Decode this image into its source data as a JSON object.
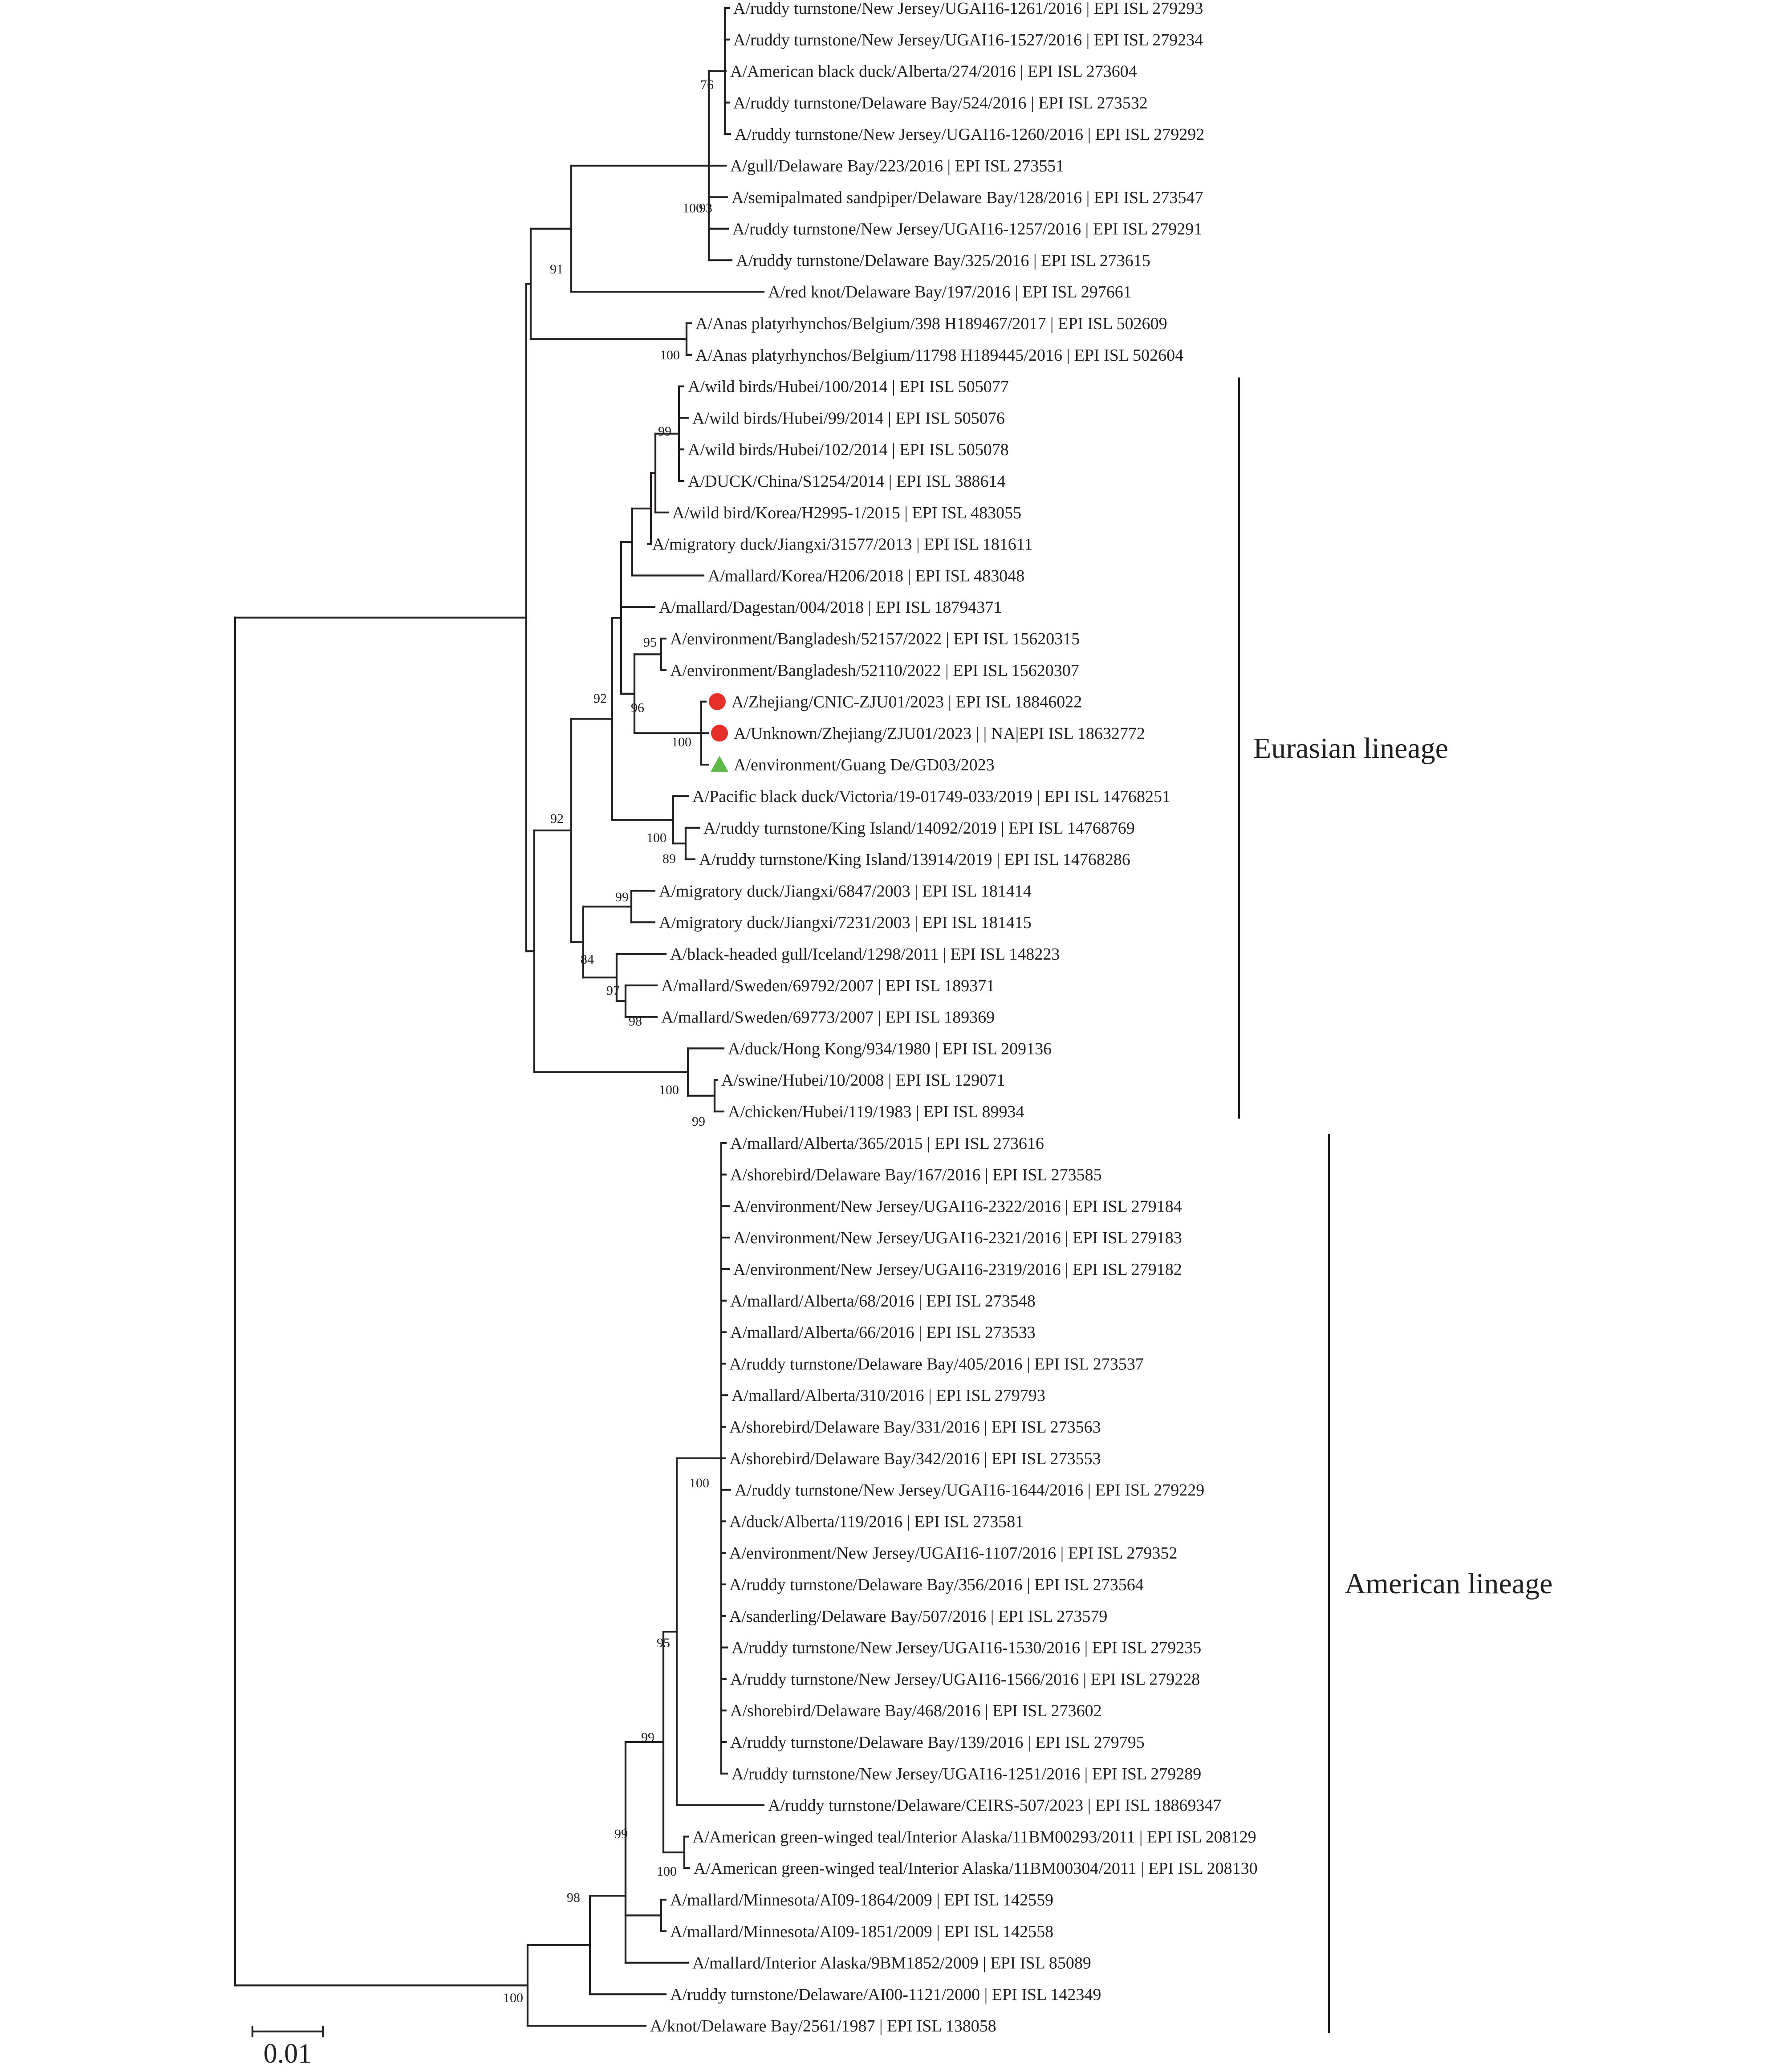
{
  "tree": {
    "taxa": [
      "A/ruddy turnstone/New Jersey/UGAI16-1261/2016 | EPI ISL 279293",
      "A/ruddy turnstone/New Jersey/UGAI16-1527/2016 | EPI ISL 279234",
      "A/American black duck/Alberta/274/2016 | EPI ISL 273604",
      "A/ruddy turnstone/Delaware Bay/524/2016 | EPI ISL 273532",
      "A/ruddy turnstone/New Jersey/UGAI16-1260/2016 | EPI ISL 279292",
      "A/gull/Delaware Bay/223/2016 | EPI ISL 273551",
      "A/semipalmated sandpiper/Delaware Bay/128/2016 | EPI ISL 273547",
      "A/ruddy turnstone/New Jersey/UGAI16-1257/2016 | EPI ISL 279291",
      "A/ruddy turnstone/Delaware Bay/325/2016 | EPI ISL 273615",
      "A/red knot/Delaware Bay/197/2016 | EPI ISL 297661",
      "A/Anas platyrhynchos/Belgium/398 H189467/2017 | EPI ISL 502609",
      "A/Anas platyrhynchos/Belgium/11798 H189445/2016 | EPI ISL 502604",
      "A/wild birds/Hubei/100/2014 | EPI ISL 505077",
      "A/wild birds/Hubei/99/2014 | EPI ISL 505076",
      "A/wild birds/Hubei/102/2014 | EPI ISL 505078",
      "A/DUCK/China/S1254/2014 | EPI ISL 388614",
      "A/wild bird/Korea/H2995-1/2015 | EPI ISL 483055",
      "A/migratory duck/Jiangxi/31577/2013 | EPI ISL 181611",
      "A/mallard/Korea/H206/2018 | EPI ISL 483048",
      "A/mallard/Dagestan/004/2018 | EPI ISL 18794371",
      "A/environment/Bangladesh/52157/2022 | EPI ISL 15620315",
      "A/environment/Bangladesh/52110/2022 | EPI ISL 15620307",
      "A/Zhejiang/CNIC-ZJU01/2023 | EPI ISL 18846022",
      "A/Unknown/Zhejiang/ZJU01/2023 | | NA|EPI ISL 18632772",
      "A/environment/Guang De/GD03/2023",
      "A/Pacific black duck/Victoria/19-01749-033/2019 | EPI ISL 14768251",
      "A/ruddy turnstone/King Island/14092/2019 | EPI ISL 14768769",
      "A/ruddy turnstone/King Island/13914/2019 | EPI ISL 14768286",
      "A/migratory duck/Jiangxi/6847/2003 | EPI ISL 181414",
      "A/migratory duck/Jiangxi/7231/2003 | EPI ISL 181415",
      "A/black-headed gull/Iceland/1298/2011 | EPI ISL 148223",
      "A/mallard/Sweden/69792/2007 | EPI ISL 189371",
      "A/mallard/Sweden/69773/2007 | EPI ISL 189369",
      "A/duck/Hong Kong/934/1980 | EPI ISL 209136",
      "A/swine/Hubei/10/2008 | EPI ISL 129071",
      "A/chicken/Hubei/119/1983 | EPI ISL 89934",
      "A/mallard/Alberta/365/2015 | EPI ISL 273616",
      "A/shorebird/Delaware Bay/167/2016 | EPI ISL 273585",
      "A/environment/New Jersey/UGAI16-2322/2016 | EPI ISL 279184",
      "A/environment/New Jersey/UGAI16-2321/2016 | EPI ISL 279183",
      "A/environment/New Jersey/UGAI16-2319/2016 | EPI ISL 279182",
      "A/mallard/Alberta/68/2016 | EPI ISL 273548",
      "A/mallard/Alberta/66/2016 | EPI ISL 273533",
      "A/ruddy turnstone/Delaware Bay/405/2016 | EPI ISL 273537",
      "A/mallard/Alberta/310/2016 | EPI ISL 279793",
      "A/shorebird/Delaware Bay/331/2016 | EPI ISL 273563",
      "A/shorebird/Delaware Bay/342/2016 | EPI ISL 273553",
      "A/ruddy turnstone/New Jersey/UGAI16-1644/2016 | EPI ISL 279229",
      "A/duck/Alberta/119/2016 | EPI ISL 273581",
      "A/environment/New Jersey/UGAI16-1107/2016 | EPI ISL 279352",
      "A/ruddy turnstone/Delaware Bay/356/2016 | EPI ISL 273564",
      "A/sanderling/Delaware Bay/507/2016 | EPI ISL 273579",
      "A/ruddy turnstone/New Jersey/UGAI16-1530/2016 | EPI ISL 279235",
      "A/ruddy turnstone/New Jersey/UGAI16-1566/2016 | EPI ISL 279228",
      "A/shorebird/Delaware Bay/468/2016 | EPI ISL 273602",
      "A/ruddy turnstone/Delaware Bay/139/2016 | EPI ISL 279795",
      "A/ruddy turnstone/New Jersey/UGAI16-1251/2016 | EPI ISL 279289",
      "A/ruddy turnstone/Delaware/CEIRS-507/2023 | EPI ISL 18869347",
      "A/American green-winged teal/Interior Alaska/11BM00293/2011 | EPI ISL 208129",
      "A/American green-winged teal/Interior Alaska/11BM00304/2011 | EPI ISL 208130",
      "A/mallard/Minnesota/AI09-1864/2009 | EPI ISL 142559",
      "A/mallard/Minnesota/AI09-1851/2009 | EPI ISL 142558",
      "A/mallard/Interior Alaska/9BM1852/2009 | EPI ISL 85089",
      "A/ruddy turnstone/Delaware/AI00-1121/2000 | EPI ISL 142349",
      "A/knot/Delaware Bay/2561/1987 | EPI ISL 138058"
    ],
    "markers": [
      {
        "taxon_index": 22,
        "shape": "circle",
        "color": "#e5302a"
      },
      {
        "taxon_index": 23,
        "shape": "circle",
        "color": "#e5302a"
      },
      {
        "taxon_index": 24,
        "shape": "triangle",
        "color": "#5fb946"
      }
    ],
    "bootstrap": [
      "76",
      "100",
      "93",
      "91",
      "100",
      "99",
      "95",
      "96",
      "100",
      "92",
      "100",
      "89",
      "92",
      "99",
      "84",
      "97",
      "98",
      "100",
      "99",
      "100",
      "95",
      "99",
      "99",
      "100",
      "98",
      "100"
    ],
    "lineages": [
      {
        "name": "Eurasian lineage",
        "first_taxon": 12,
        "last_taxon": 35
      },
      {
        "name": "American lineage",
        "first_taxon": 36,
        "last_taxon": 64
      }
    ],
    "scale_bar": {
      "label": "0.01",
      "value": 0.01
    }
  }
}
